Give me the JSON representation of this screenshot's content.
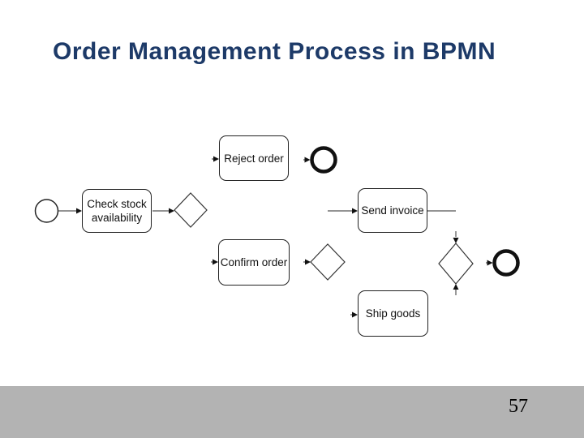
{
  "slide": {
    "title": "Order Management Process in BPMN",
    "page_number": "57",
    "title_color": "#1d3a68",
    "footer_bar_color": "#b3b3b3"
  },
  "diagram": {
    "notation": "BPMN",
    "nodes": [
      {
        "id": "start",
        "type": "start-event",
        "label": ""
      },
      {
        "id": "check-stock",
        "type": "task",
        "label": "Check stock availability"
      },
      {
        "id": "gateway-1",
        "type": "gateway",
        "label": ""
      },
      {
        "id": "reject-order",
        "type": "task",
        "label": "Reject order"
      },
      {
        "id": "end-1",
        "type": "end-event",
        "label": ""
      },
      {
        "id": "confirm-order",
        "type": "task",
        "label": "Confirm order"
      },
      {
        "id": "gateway-2",
        "type": "gateway",
        "label": ""
      },
      {
        "id": "send-invoice",
        "type": "task",
        "label": "Send invoice"
      },
      {
        "id": "ship-goods",
        "type": "task",
        "label": "Ship goods"
      },
      {
        "id": "gateway-3",
        "type": "gateway",
        "label": ""
      },
      {
        "id": "end-2",
        "type": "end-event",
        "label": ""
      }
    ],
    "flows": [
      "start -> check-stock",
      "check-stock -> gateway-1",
      "gateway-1 -> reject-order",
      "reject-order -> end-1",
      "gateway-1 -> confirm-order",
      "confirm-order -> gateway-2",
      "gateway-2 -> send-invoice",
      "gateway-2 -> ship-goods",
      "send-invoice -> gateway-3",
      "ship-goods -> gateway-3",
      "gateway-3 -> end-2"
    ]
  }
}
